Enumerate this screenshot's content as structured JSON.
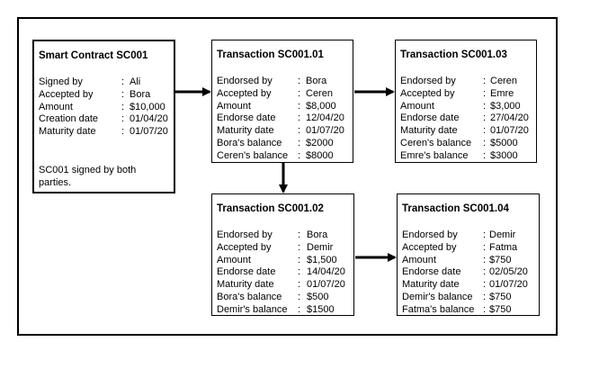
{
  "contract": {
    "title": "Smart Contract SC001",
    "rows": [
      {
        "label": "Signed by",
        "value": "Ali"
      },
      {
        "label": "Accepted by",
        "value": "Bora"
      },
      {
        "label": "Amount",
        "value": "$10,000"
      },
      {
        "label": "Creation date",
        "value": "01/04/20"
      },
      {
        "label": "Maturity date",
        "value": "01/07/20"
      }
    ],
    "note": "SC001 signed by both parties."
  },
  "transactions": [
    {
      "title": "Transaction SC001.01",
      "rows": [
        {
          "label": "Endorsed by",
          "value": "Bora"
        },
        {
          "label": "Accepted by",
          "value": "Ceren"
        },
        {
          "label": "Amount",
          "value": "$8,000"
        },
        {
          "label": "Endorse date",
          "value": "12/04/20"
        },
        {
          "label": "Maturity date",
          "value": "01/07/20"
        },
        {
          "label": "Bora's balance",
          "value": "$2000"
        },
        {
          "label": "Ceren's balance",
          "value": "$8000"
        }
      ]
    },
    {
      "title": "Transaction SC001.03",
      "rows": [
        {
          "label": "Endorsed by",
          "value": "Ceren"
        },
        {
          "label": "Accepted by",
          "value": "Emre"
        },
        {
          "label": "Amount",
          "value": "$3,000"
        },
        {
          "label": "Endorse date",
          "value": "27/04/20"
        },
        {
          "label": "Maturity date",
          "value": "01/07/20"
        },
        {
          "label": "Ceren's balance",
          "value": "$5000"
        },
        {
          "label": "Emre's balance",
          "value": "$3000"
        }
      ]
    },
    {
      "title": "Transaction SC001.02",
      "rows": [
        {
          "label": "Endorsed by",
          "value": "Bora"
        },
        {
          "label": "Accepted by",
          "value": "Demir"
        },
        {
          "label": "Amount",
          "value": "$1,500"
        },
        {
          "label": "Endorse date",
          "value": "14/04/20"
        },
        {
          "label": "Maturity date",
          "value": "01/07/20"
        },
        {
          "label": "Bora's balance",
          "value": "$500"
        },
        {
          "label": "Demir's balance",
          "value": "$1500"
        }
      ]
    },
    {
      "title": "Transaction SC001.04",
      "rows": [
        {
          "label": "Endorsed by",
          "value": "Demir"
        },
        {
          "label": "Accepted by",
          "value": "Fatma"
        },
        {
          "label": "Amount",
          "value": "$750"
        },
        {
          "label": "Endorse date",
          "value": "02/05/20"
        },
        {
          "label": "Maturity date",
          "value": "01/07/20"
        },
        {
          "label": "Demir's balance",
          "value": "$750"
        },
        {
          "label": "Fatma's balance",
          "value": "$750"
        }
      ]
    }
  ],
  "separator": ":"
}
